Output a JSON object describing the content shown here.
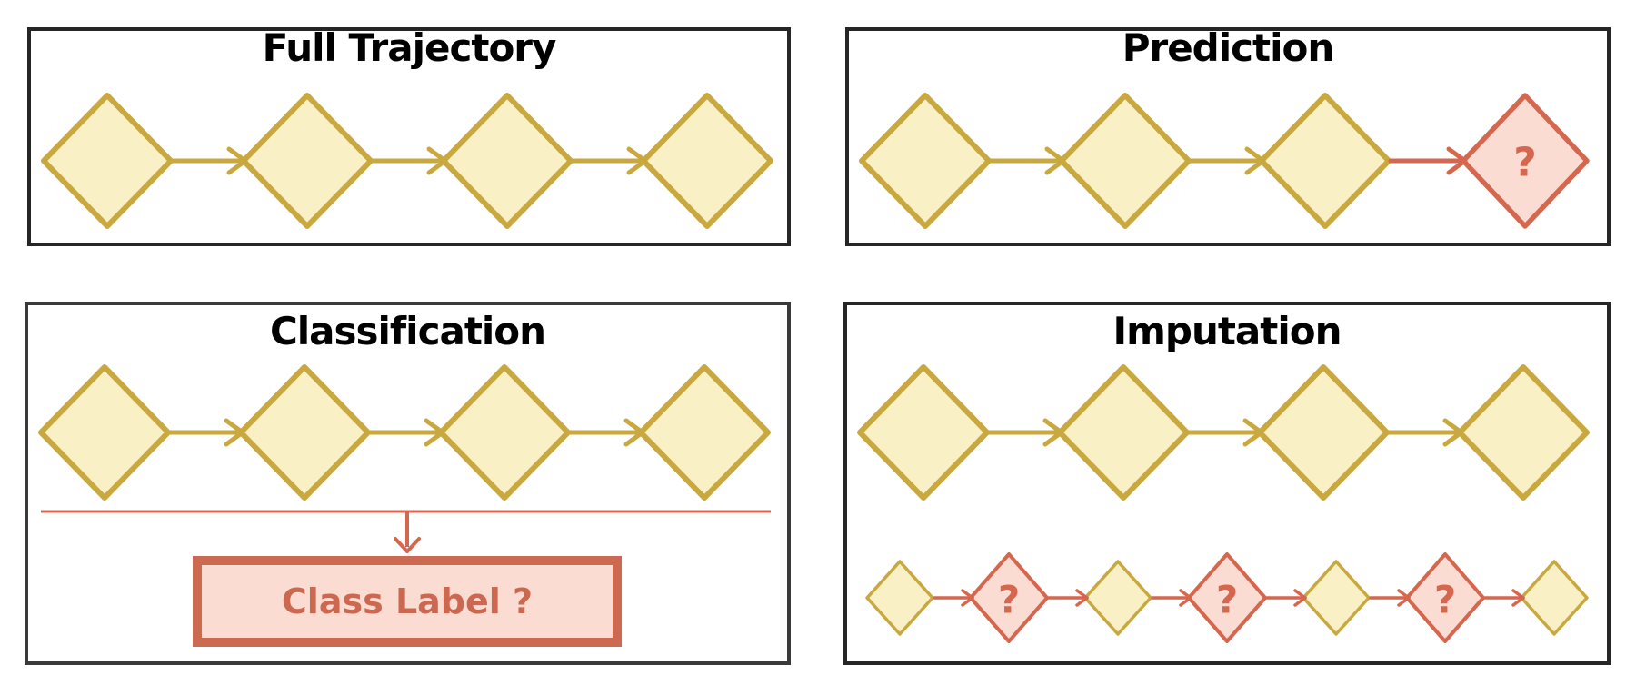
{
  "figure": {
    "panels": [
      {
        "id": "full-trajectory",
        "title": "Full Trajectory",
        "nodes": [
          "observed",
          "observed",
          "observed",
          "observed"
        ]
      },
      {
        "id": "prediction",
        "title": "Prediction",
        "nodes": [
          "observed",
          "observed",
          "observed",
          "unknown"
        ],
        "unknown_marker": "?"
      },
      {
        "id": "classification",
        "title": "Classification",
        "nodes": [
          "observed",
          "observed",
          "observed",
          "observed"
        ],
        "output_label": "Class Label ?"
      },
      {
        "id": "imputation",
        "title": "Imputation",
        "top_nodes": [
          "observed",
          "observed",
          "observed",
          "observed"
        ],
        "bottom_nodes": [
          "observed",
          "unknown",
          "observed",
          "unknown",
          "observed",
          "unknown",
          "observed"
        ],
        "unknown_marker": "?"
      }
    ],
    "colors": {
      "observed_fill": "#FAF0C6",
      "observed_stroke": "#C9A83F",
      "unknown_fill": "#FADCD3",
      "unknown_stroke": "#D5674F",
      "label_box_fill": "#FBDCD2",
      "label_box_border": "#CB6A50",
      "label_text": "#CC6750",
      "panel_border": "#262626",
      "title_color": "#000000",
      "background": "#FFFFFF"
    }
  }
}
